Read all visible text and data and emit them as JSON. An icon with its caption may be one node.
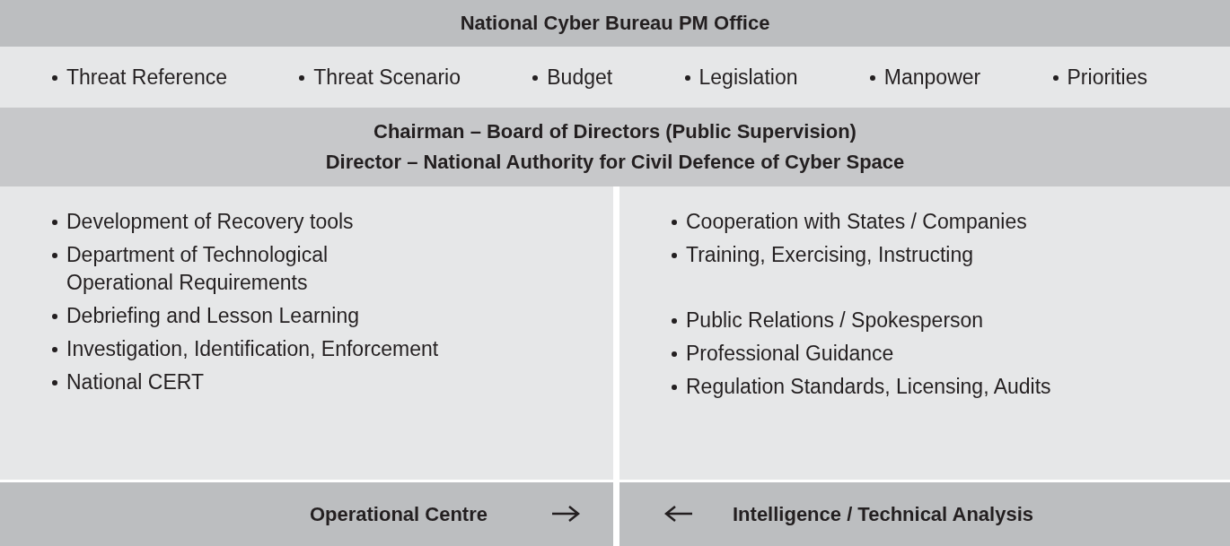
{
  "diagram": {
    "nodes": [
      {
        "text": [
          "National Cyber Bureau PM Office"
        ]
      },
      {
        "text": [
          "Threat Reference",
          "Threat Scenario",
          "Budget",
          "Legislation",
          "Manpower",
          "Priorities"
        ]
      },
      {
        "text": [
          "Chairman – Board of Directors (Public Supervision)",
          "Director – National Authority for Civil Defence of Cyber Space"
        ]
      },
      {
        "text": [
          "Development of Recovery tools",
          "Department of Technological Operational Requirements",
          "Debriefing and Lesson Learning",
          "Investigation, Identification, Enforcement",
          "National CERT"
        ]
      },
      {
        "text": [
          "Cooperation with States / Companies",
          "Training, Exercising, Instructing",
          "Public Relations / Spokesperson",
          "Professional Guidance",
          "Regulation Standards, Licensing, Audits"
        ]
      },
      {
        "text": [
          "Operational Centre"
        ]
      },
      {
        "text": [
          "Intelligence / Technical Analysis"
        ]
      }
    ],
    "edges": []
  }
}
